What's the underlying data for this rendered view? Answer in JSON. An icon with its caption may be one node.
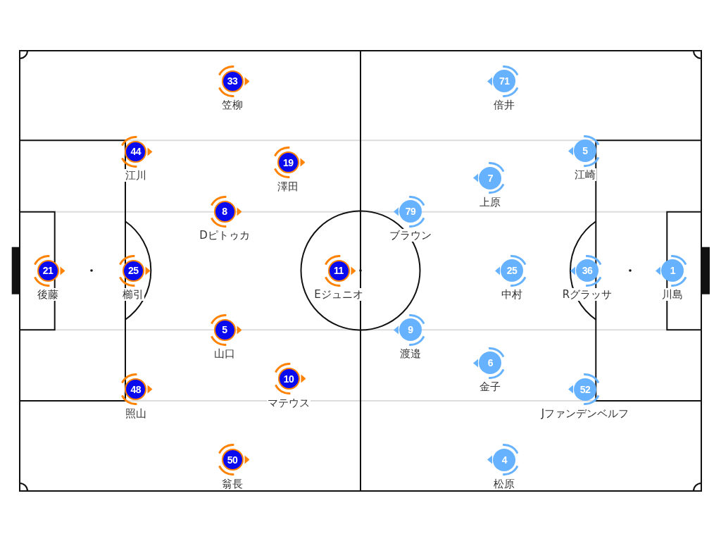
{
  "diagram": {
    "nodes": [
      {
        "text": [
          "33"
        ],
        "beside": [
          "笠柳"
        ]
      },
      {
        "text": [
          "71"
        ],
        "beside": [
          "倍井"
        ]
      },
      {
        "text": [
          "44"
        ],
        "beside": [
          "江川"
        ]
      },
      {
        "text": [
          "5"
        ],
        "beside": [
          "江崎"
        ]
      },
      {
        "text": [
          "19"
        ],
        "beside": [
          "澤田"
        ]
      },
      {
        "text": [
          "7"
        ],
        "beside": [
          "上原"
        ]
      },
      {
        "text": [
          "8"
        ],
        "beside": [
          "Dピトゥカ"
        ]
      },
      {
        "text": [
          "79"
        ],
        "beside": [
          "ブラウン"
        ]
      },
      {
        "text": [
          "21"
        ],
        "beside": [
          "後藤"
        ]
      },
      {
        "text": [
          "25"
        ],
        "beside": [
          "櫛引"
        ]
      },
      {
        "text": [
          "11"
        ],
        "beside": [
          "Eジュニオ"
        ]
      },
      {
        "text": [
          "25"
        ],
        "beside": [
          "中村"
        ]
      },
      {
        "text": [
          "36"
        ],
        "beside": [
          "Rグラッサ"
        ]
      },
      {
        "text": [
          "1"
        ],
        "beside": [
          "川島"
        ]
      },
      {
        "text": [
          "5"
        ],
        "beside": [
          "山口"
        ]
      },
      {
        "text": [
          "9"
        ],
        "beside": [
          "渡邉"
        ]
      },
      {
        "text": [
          "6"
        ],
        "beside": [
          "金子"
        ]
      },
      {
        "text": [
          "10"
        ],
        "beside": [
          "マテウス"
        ]
      },
      {
        "text": [
          "48"
        ],
        "beside": [
          "照山"
        ]
      },
      {
        "text": [
          "52"
        ],
        "beside": [
          "Jファンデンベルフ"
        ]
      },
      {
        "text": [
          "50"
        ],
        "beside": [
          "翁長"
        ]
      },
      {
        "text": [
          "4"
        ],
        "beside": [
          "松原"
        ]
      }
    ]
  }
}
